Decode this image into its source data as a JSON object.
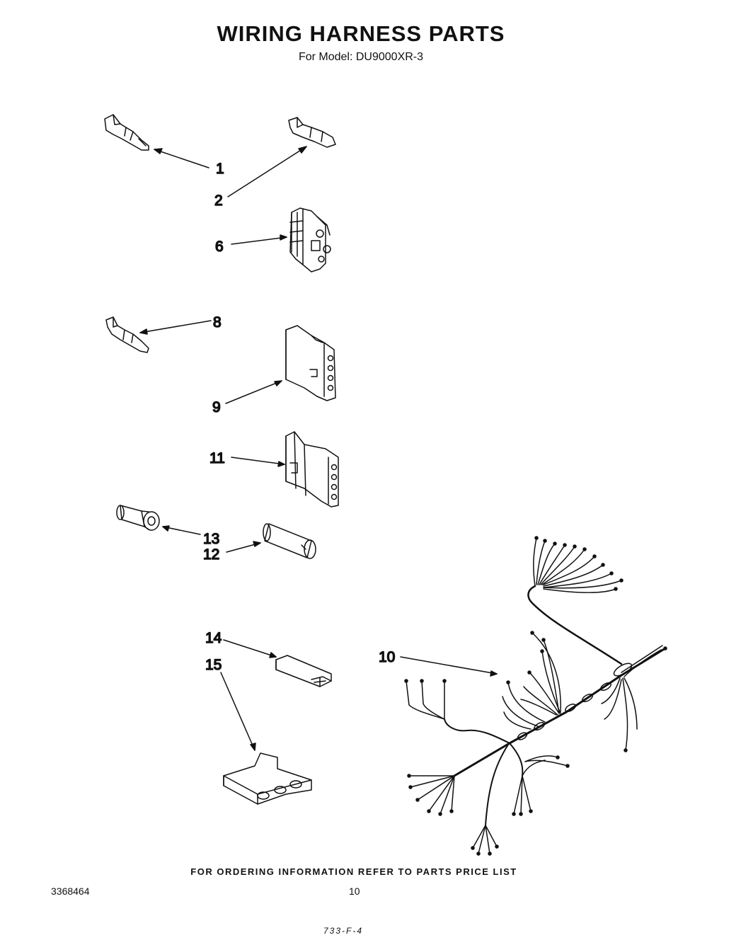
{
  "header": {
    "title": "WIRING HARNESS PARTS",
    "subtitle": "For Model: DU9000XR-3"
  },
  "callouts": {
    "c1": "1",
    "c2": "2",
    "c6": "6",
    "c8": "8",
    "c9": "9",
    "c11": "11",
    "c13": "13",
    "c12": "12",
    "c14": "14",
    "c15": "15",
    "c10": "10"
  },
  "footer": {
    "note": "FOR ORDERING INFORMATION REFER TO PARTS PRICE LIST",
    "doc_number": "3368464",
    "page_number": "10",
    "ref_code": "733-F-4"
  }
}
